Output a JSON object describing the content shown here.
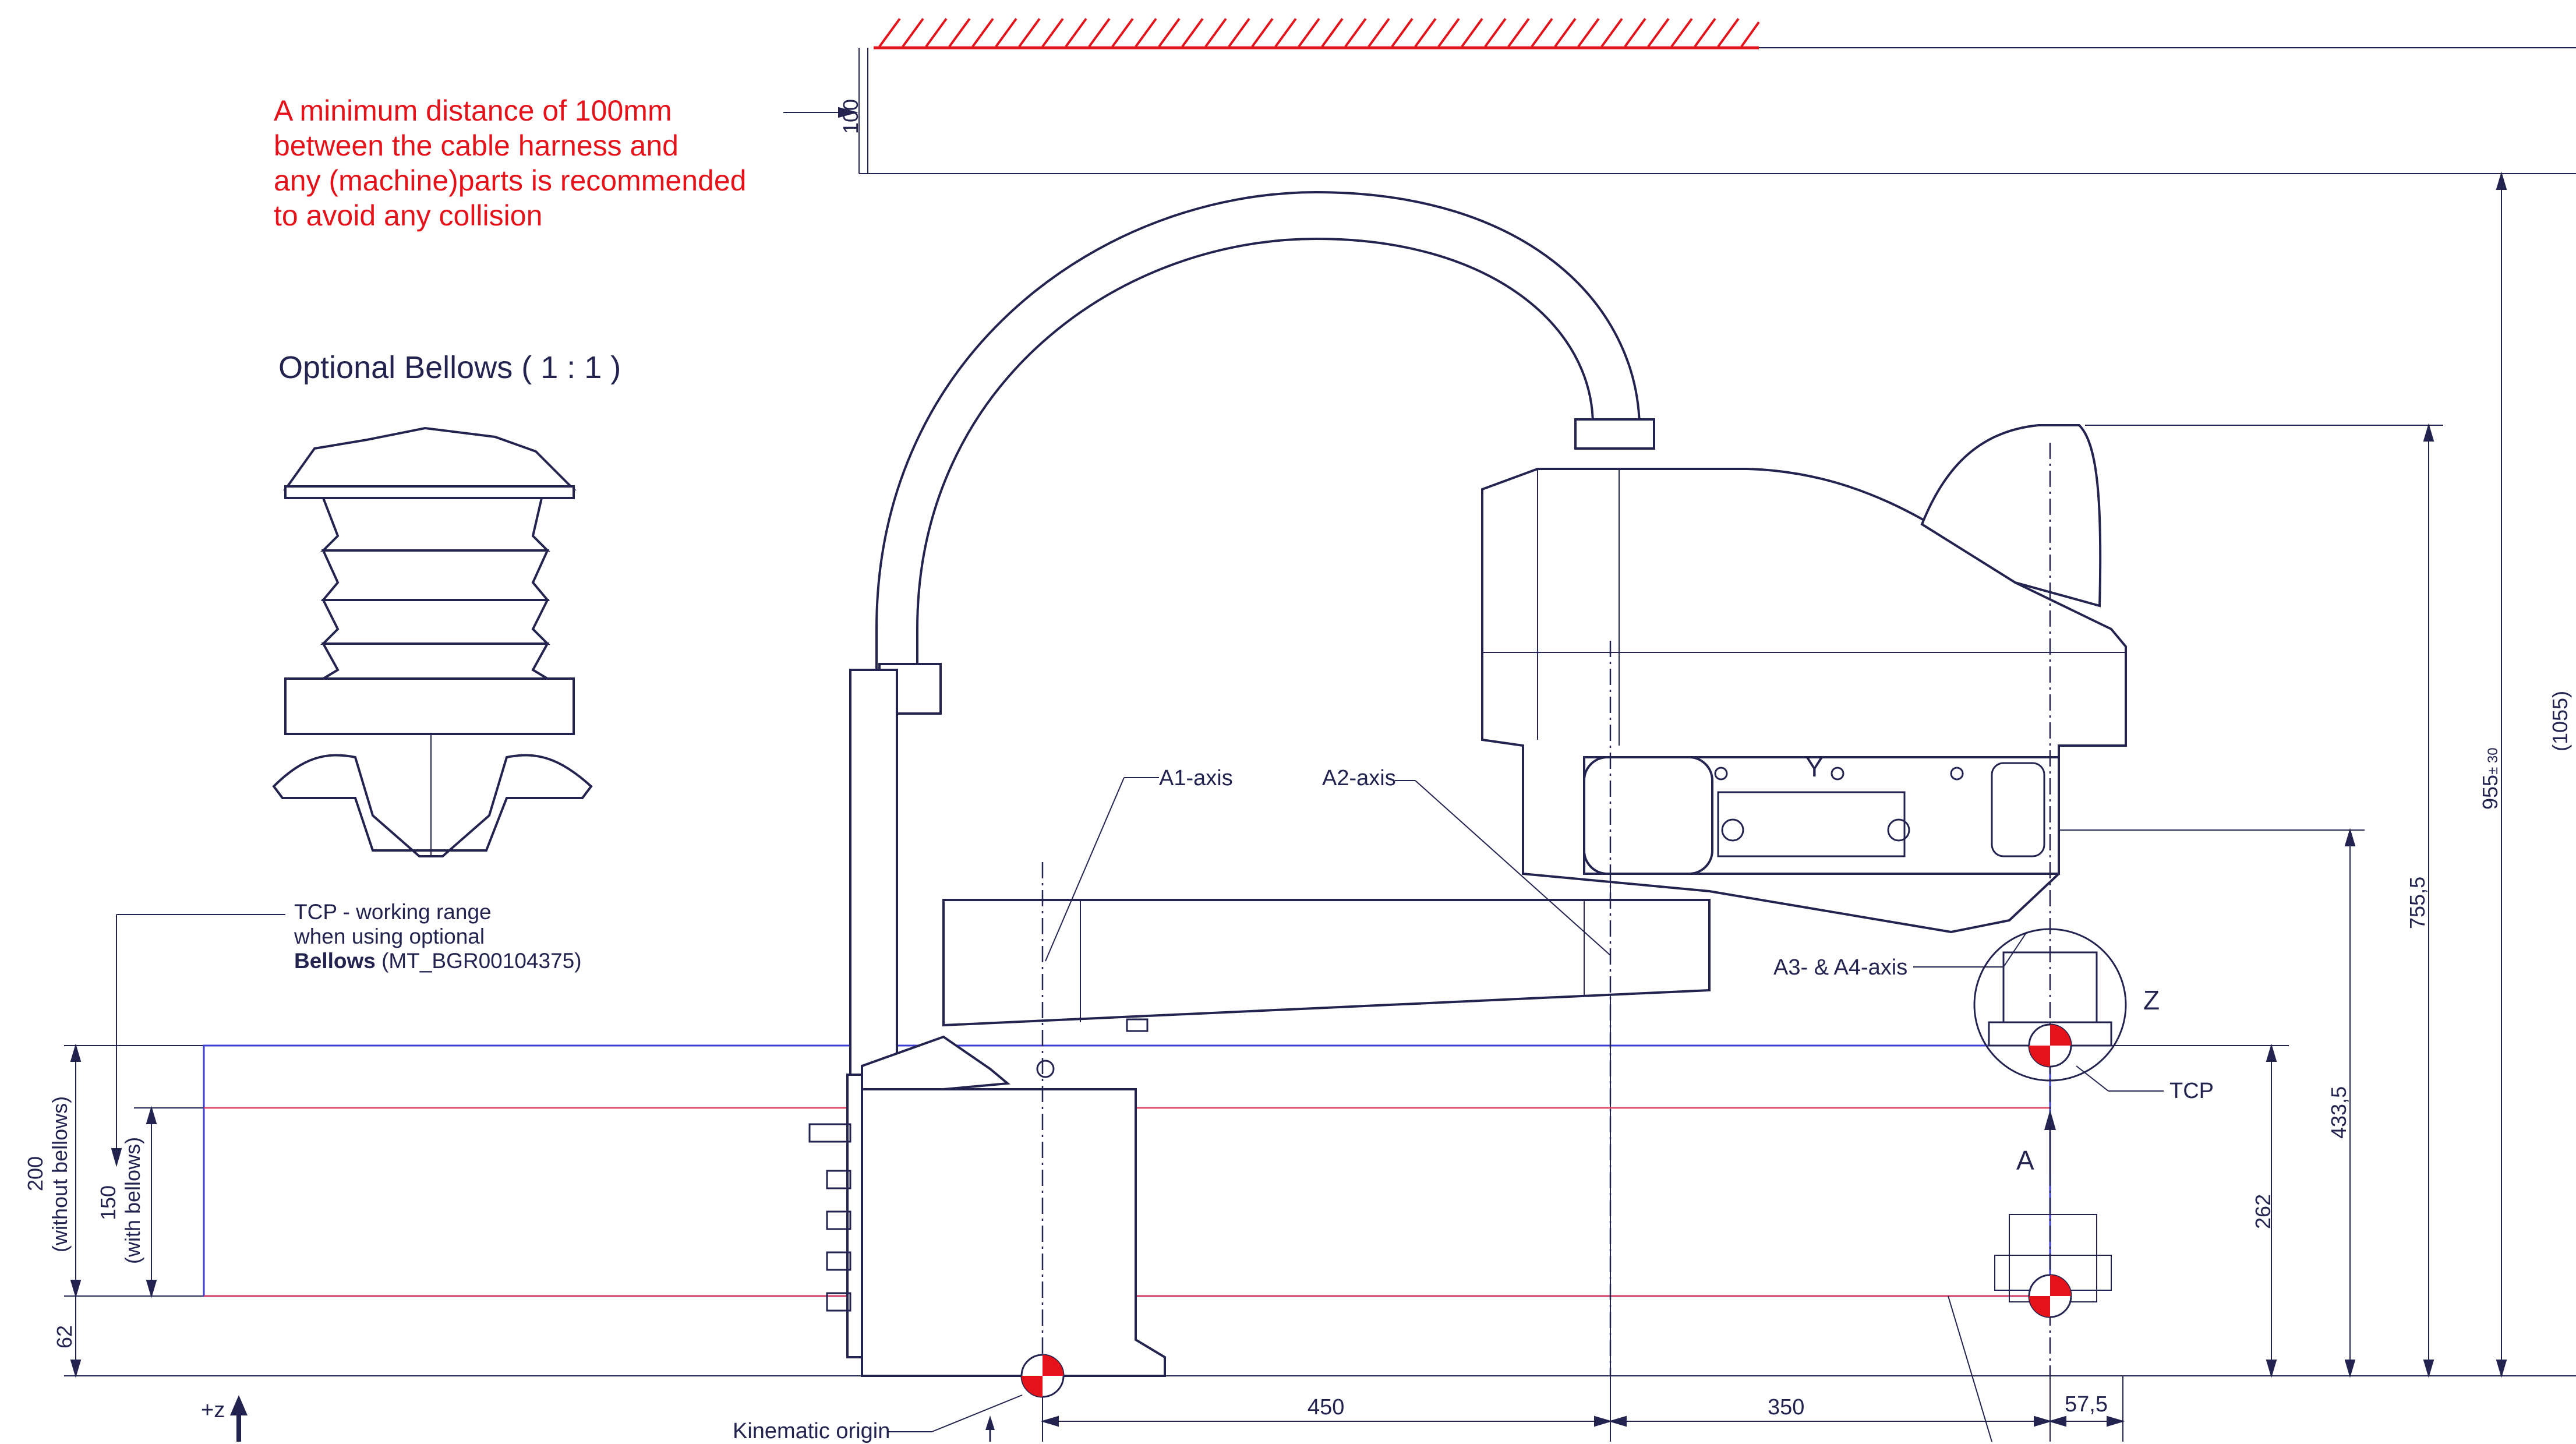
{
  "note": {
    "lines": [
      "A minimum distance of 100mm",
      "between the cable harness and",
      "any (machine)parts is recommended",
      "to avoid any collision"
    ]
  },
  "bellows": {
    "title": "Optional Bellows ( 1 : 1 )"
  },
  "tcp_range": {
    "line1": "TCP - working range",
    "line2": "when using optional",
    "line3_bold": "Bellows",
    "line3_rest": " (MT_BGR00104375)"
  },
  "labels": {
    "a1_axis": "A1-axis",
    "a2_axis": "A2-axis",
    "a3_a4_axis": "A3- & A4-axis",
    "tcp": "TCP",
    "kinematic_origin": "Kinematic origin",
    "y": "Y",
    "z": "Z",
    "a": "A",
    "plus_z": "+z"
  },
  "dimensions": {
    "d100": "100",
    "d1055": "(1055)",
    "d955": "955",
    "d955_tol": "± 30",
    "d755": "755,5",
    "d433": "433,5",
    "d262": "262",
    "d200": "200",
    "d200_note": "(without bellows)",
    "d150": "150",
    "d150_note": "(with bellows)",
    "d62": "62",
    "d450": "450",
    "d350": "350",
    "d57": "57,5"
  },
  "colors": {
    "line": "#232350",
    "note_red": "#e6121a",
    "range_blue": "#3c3cd2",
    "range_pink": "#e23a5a"
  }
}
